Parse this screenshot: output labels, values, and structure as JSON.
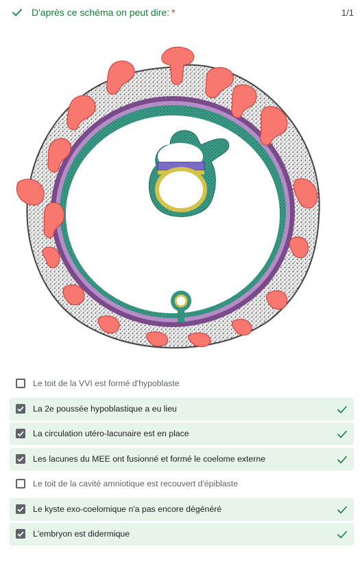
{
  "question": {
    "title": "D'après ce schéma on peut dire:",
    "required_mark": "*",
    "score": "1/1",
    "status_icon": "check-icon",
    "accent_color": "#188038",
    "required_color": "#d93025"
  },
  "figure": {
    "description_icon": "embryo-diagram",
    "colors": {
      "lacunae": "#f87870",
      "trophoblast": "#9a9a9a",
      "mesoderm": "#7a4a8a",
      "coelom_lining": "#2f8a78",
      "epiblast": "#7a6bc4",
      "hypoblast": "#d4c24a"
    }
  },
  "options": [
    {
      "label": "Le toit de la VVI est formé d'hypoblaste",
      "checked": false,
      "correct": false
    },
    {
      "label": "La 2e poussée hypoblastique a eu lieu",
      "checked": true,
      "correct": true
    },
    {
      "label": "La circulation utéro-lacunaire est en place",
      "checked": true,
      "correct": true
    },
    {
      "label": "Les lacunes du MEE ont fusionné et formé le coelome externe",
      "checked": true,
      "correct": true
    },
    {
      "label": "Le toit de la cavité amniotique est recouvert d'épiblaste",
      "checked": false,
      "correct": false
    },
    {
      "label": "Le kyste exo-coelomique n'a pas encore dégénéré",
      "checked": true,
      "correct": true
    },
    {
      "label": "L'embryon est didermique",
      "checked": true,
      "correct": true
    }
  ]
}
